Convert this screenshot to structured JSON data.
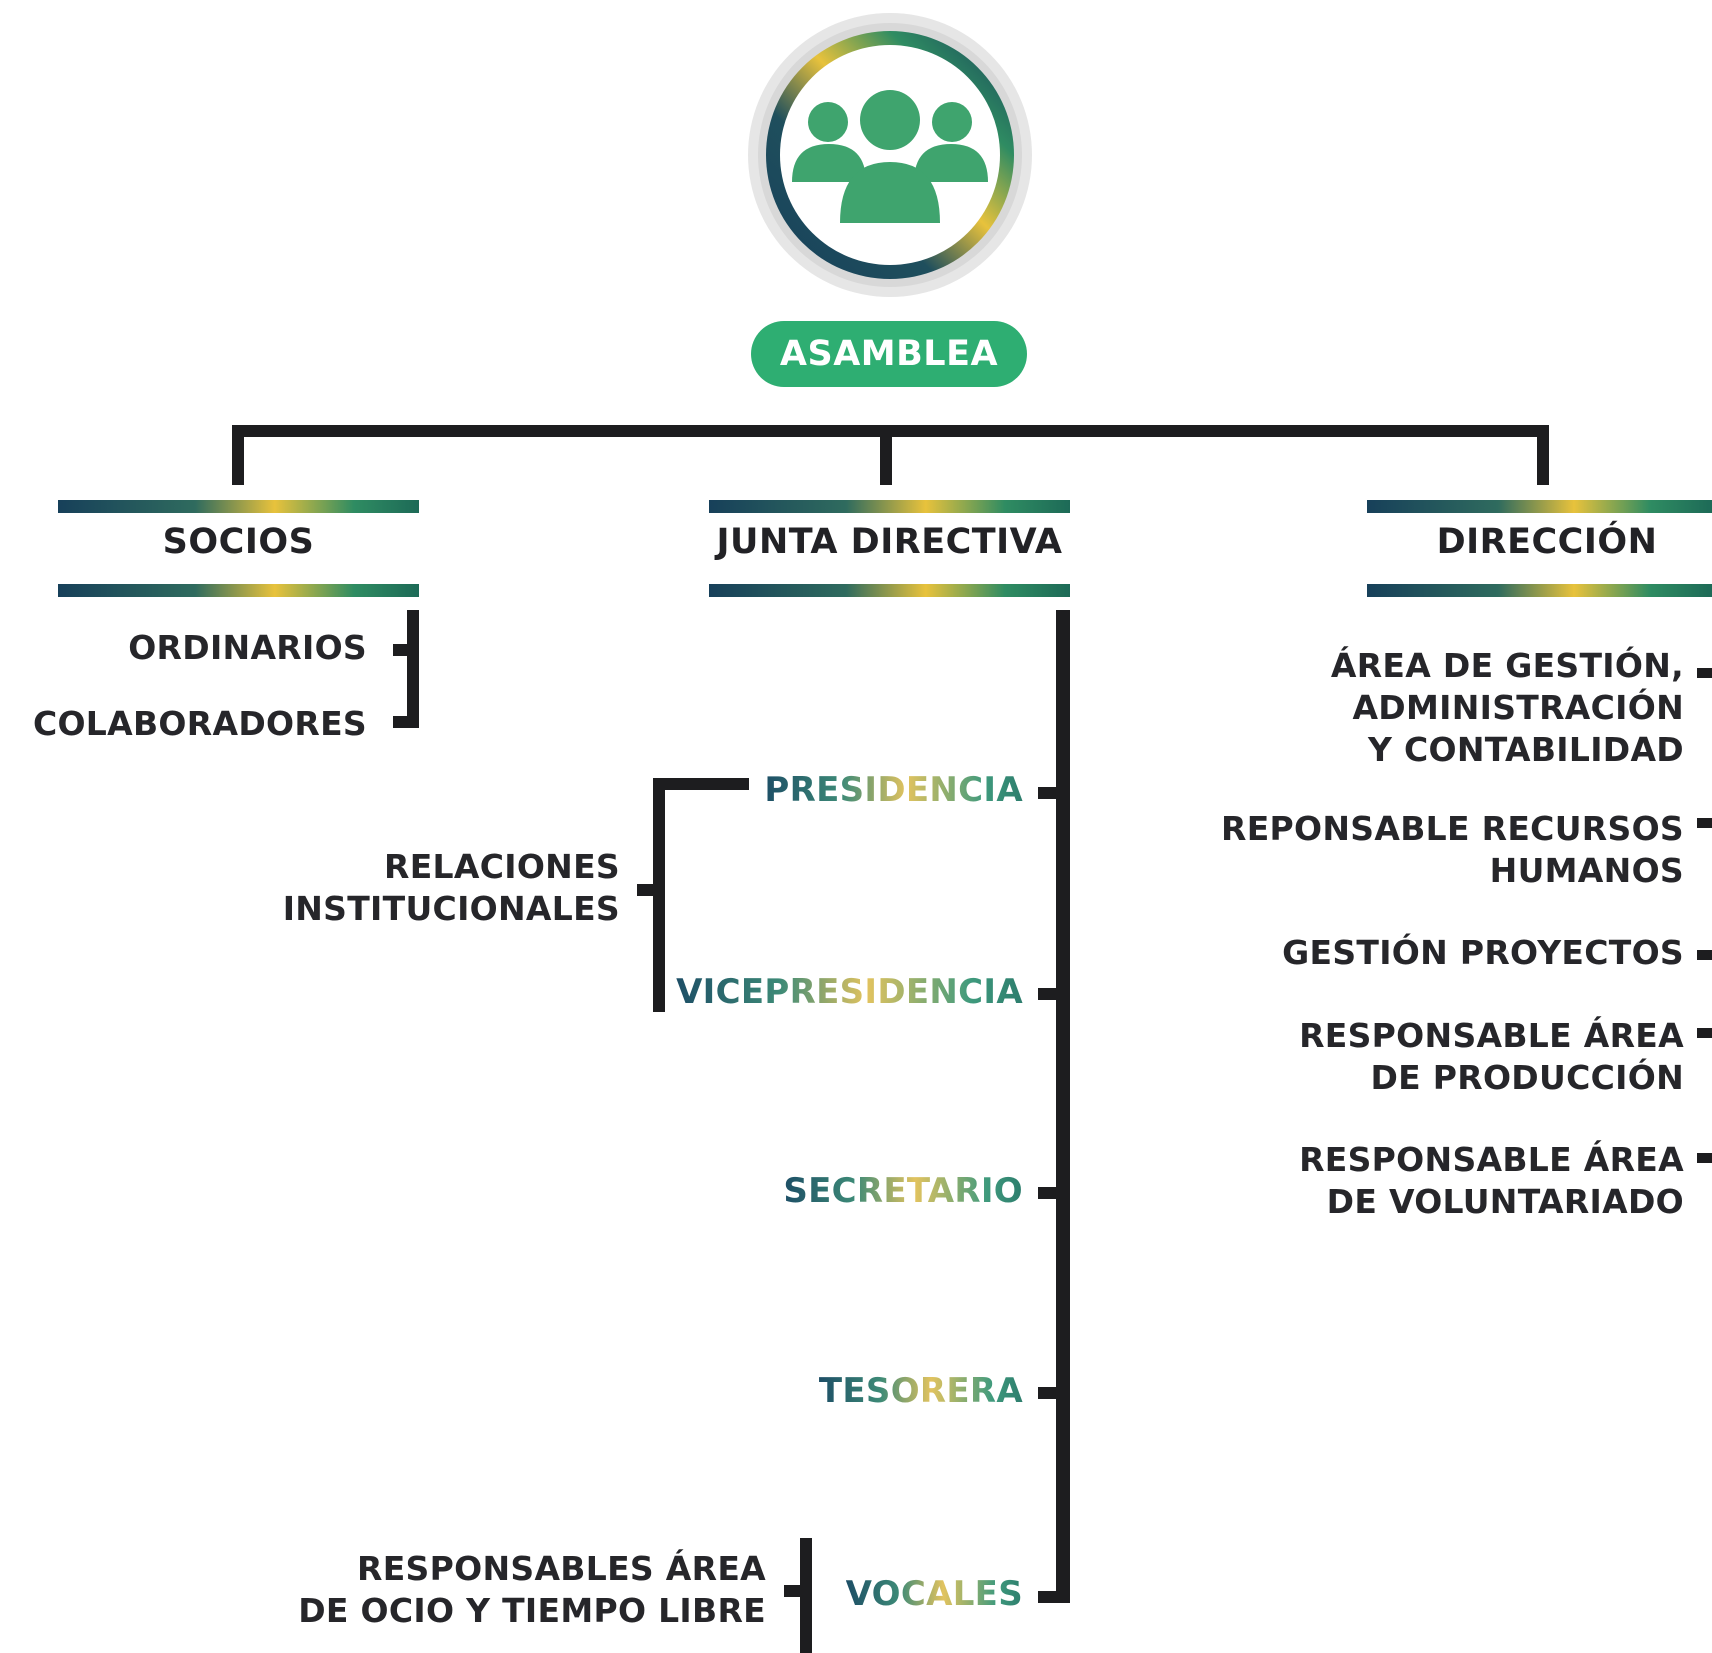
{
  "header": {
    "title": "ASAMBLEA",
    "icon": "group-icon"
  },
  "colors": {
    "accent": "#2eae72",
    "line": "#1d1d1f",
    "navy": "#17405a",
    "gold": "#e8c23c"
  },
  "branches": {
    "socios": {
      "title": "SOCIOS",
      "items": [
        "ORDINARIOS",
        "COLABORADORES"
      ]
    },
    "junta": {
      "title": "JUNTA DIRECTIVA",
      "items": [
        "PRESIDENCIA",
        "VICEPRESIDENCIA",
        "SECRETARIO",
        "TESORERA",
        "VOCALES"
      ],
      "relaciones": "RELACIONES\nINSTITUCIONALES",
      "ocio": "RESPONSABLES ÁREA\nDE OCIO Y TIEMPO LIBRE"
    },
    "direccion": {
      "title": "DIRECCIÓN",
      "items": [
        "ÁREA DE GESTIÓN,\nADMINISTRACIÓN\nY CONTABILIDAD",
        "REPONSABLE RECURSOS\nHUMANOS",
        "GESTIÓN PROYECTOS",
        "RESPONSABLE ÁREA\nDE PRODUCCIÓN",
        "RESPONSABLE ÁREA\nDE VOLUNTARIADO"
      ]
    }
  }
}
